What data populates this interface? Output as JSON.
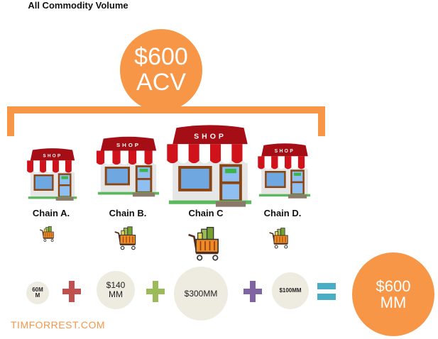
{
  "title": "All Commodity Volume",
  "total_circle": {
    "line1": "$600",
    "line2": "ACV"
  },
  "shop_sign": "SHOP",
  "chains": [
    {
      "label": "Chain A."
    },
    {
      "label": "Chain B."
    },
    {
      "label": "Chain C"
    },
    {
      "label": "Chain D."
    }
  ],
  "equation": {
    "terms": [
      {
        "line1": "60M",
        "line2": "M"
      },
      {
        "line1": "$140",
        "line2": "MM"
      },
      {
        "line1": "$300MM",
        "line2": ""
      },
      {
        "line1": "$100MM",
        "line2": ""
      }
    ],
    "result": {
      "line1": "$600",
      "line2": "MM"
    },
    "operator_colors": [
      "#c0504d",
      "#9bbb59",
      "#8064a2"
    ],
    "equals_color": "#4bacc6"
  },
  "brand": "TIMFORREST.COM",
  "colors": {
    "accent": "#f79646",
    "term_bg": "#eeece1"
  }
}
